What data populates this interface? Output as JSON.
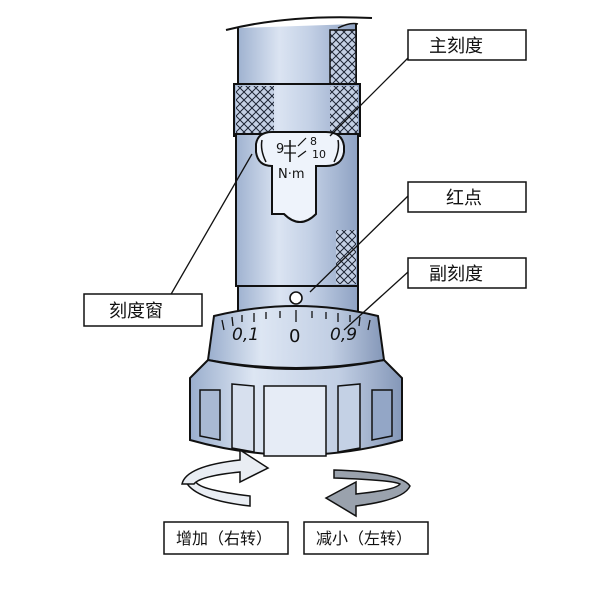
{
  "labels": {
    "main_scale": "主刻度",
    "red_dot": "红点",
    "sub_scale": "副刻度",
    "scale_window": "刻度窗",
    "increase": "增加（右转）",
    "decrease": "减小（左转）"
  },
  "window_scale": {
    "unit": "N·m",
    "left_value": "9",
    "right_top_value": "8",
    "right_bottom_value": "10"
  },
  "dial": {
    "left_text": "0,1",
    "center_text": "0",
    "right_text": "0,9"
  },
  "colors": {
    "body_fill": "#c9d6ea",
    "body_light": "#eef2f9",
    "body_dark": "#8fa3c4",
    "outline": "#111111",
    "arrow_light": "#e9edf3",
    "arrow_dark": "#9aa2ad"
  }
}
